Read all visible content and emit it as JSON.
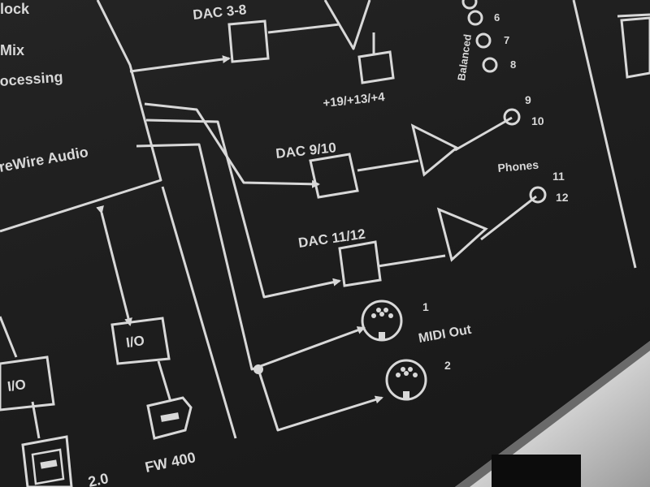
{
  "panel": {
    "left_box": {
      "lines": [
        "lock",
        "Mix",
        "ocessing",
        "reWire Audio"
      ]
    },
    "dacs": [
      {
        "label": "DAC 3-8"
      },
      {
        "label": "DAC 9/10"
      },
      {
        "label": "DAC 11/12"
      }
    ],
    "gain_text": "+19/+13/+4",
    "balanced_label": "Balanced",
    "output_numbers": [
      "6",
      "7",
      "8"
    ],
    "jack_9_10": [
      "9",
      "10"
    ],
    "phones_label": "Phones",
    "jack_11_12": [
      "11",
      "12"
    ],
    "midi": {
      "label": "MIDI Out",
      "ports": [
        "1",
        "2"
      ]
    },
    "io_left": "I/O",
    "io_right": "I/O",
    "fw_label": "FW 400",
    "usb_label_fragment": "2.0"
  },
  "colors": {
    "panel": "#1e1e1e",
    "print": "#d8d8d8",
    "bezel": "#b9b9b9",
    "knob": "#0c0c0c"
  }
}
